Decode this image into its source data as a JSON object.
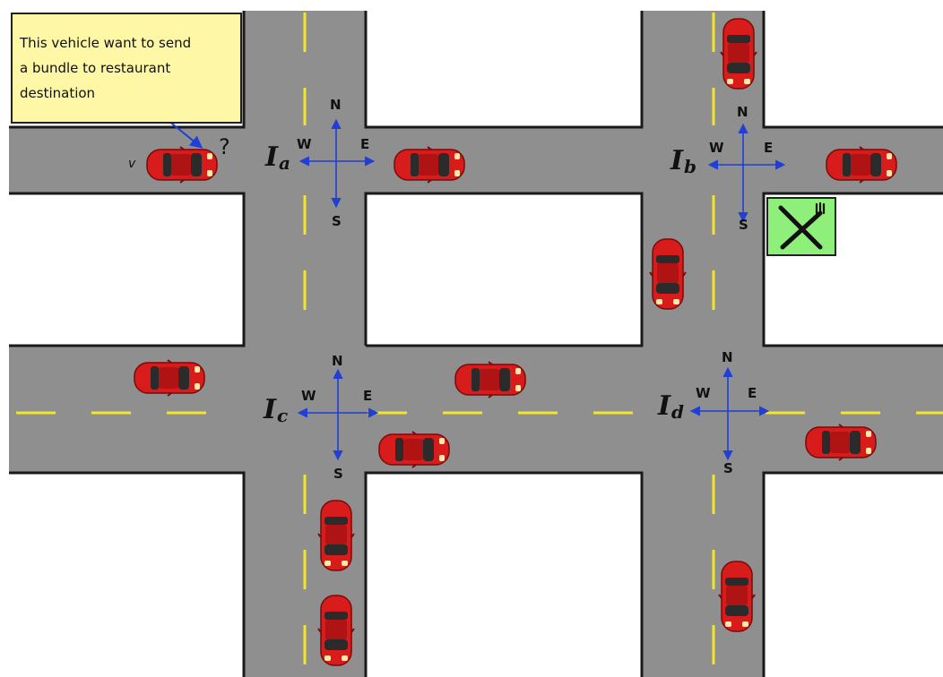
{
  "callout": {
    "lines": [
      "This vehicle want to send",
      "a bundle to restaurant",
      "destination"
    ]
  },
  "vehicle_label": "v",
  "question_mark": "?",
  "intersections": {
    "a": {
      "letter": "I",
      "sub": "a"
    },
    "b": {
      "letter": "I",
      "sub": "b"
    },
    "c": {
      "letter": "I",
      "sub": "c"
    },
    "d": {
      "letter": "I",
      "sub": "d"
    }
  },
  "compass": {
    "north": "N",
    "south": "S",
    "east": "E",
    "west": "W"
  },
  "restaurant_icon": "fork-knife-crossed-icon",
  "colors": {
    "road": "#8f8f8f",
    "road_edge": "#1a1a1a",
    "lane_marking": "#f2e62a",
    "car_body": "#d81b1b",
    "arrow": "#1f3fd6",
    "callout_bg": "#fdf7a6",
    "restaurant_bg": "#8ef07a"
  }
}
